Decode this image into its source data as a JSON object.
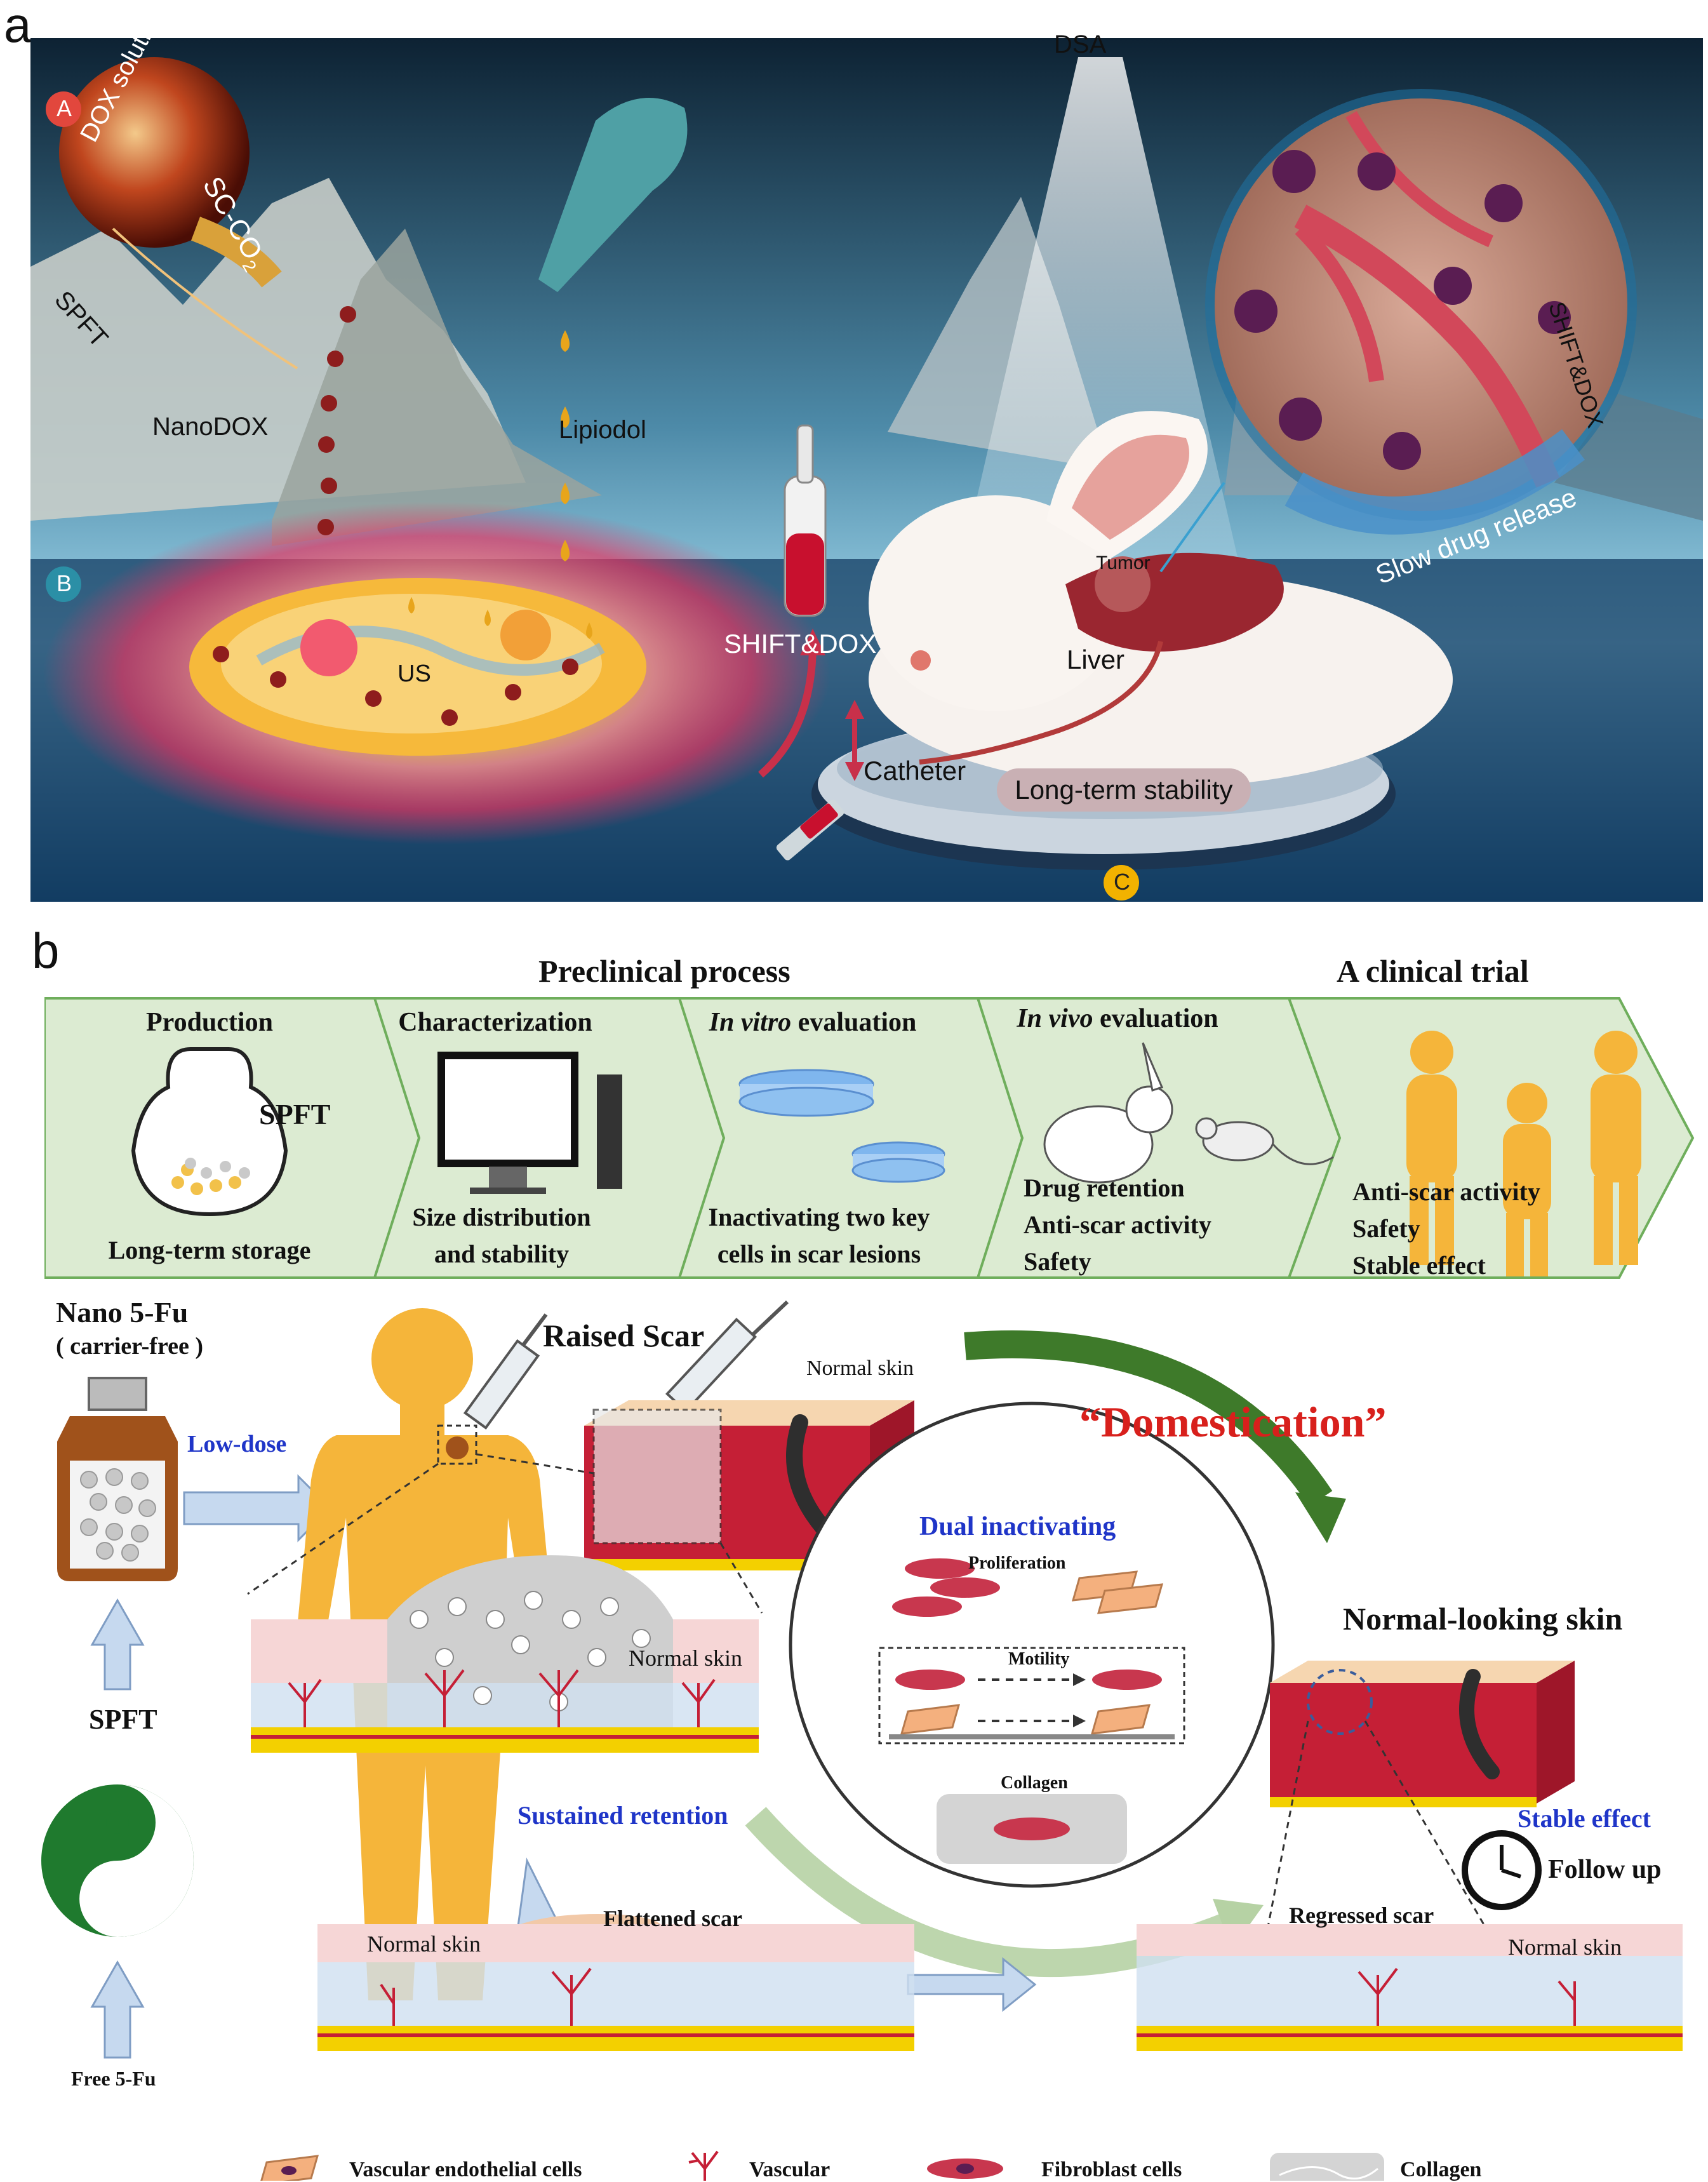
{
  "panel_a": {
    "letter": "a",
    "markers": {
      "A": "A",
      "B": "B",
      "C": "C"
    },
    "labels": {
      "dox_solution": "DOX solution",
      "sc_co2": "SC-CO",
      "sc_co2_sub": "2",
      "spft": "SPFT",
      "nanodox": "NanoDOX",
      "lipiodol": "Lipiodol",
      "dsa": "DSA",
      "us": "US",
      "shift_dox": "SHIFT&DOX",
      "tumor": "Tumor",
      "liver": "Liver",
      "catheter": "Catheter",
      "long_term_stability": "Long-term stability",
      "slow_drug_release": "Slow drug release",
      "shift_dox_vessel": "SHIFT&DOX"
    },
    "colors": {
      "marker_a": "#e2473d",
      "marker_b": "#2b8fa6",
      "marker_c": "#f2b200",
      "sky": "#7fc6df",
      "water": "#0e3d66"
    }
  },
  "panel_b": {
    "letter": "b",
    "headers": {
      "preclinical": "Preclinical process",
      "clinical": "A clinical trial"
    },
    "stages": [
      {
        "title": "Production",
        "icon_label": "SPFT",
        "lines": [
          "Long-term storage"
        ]
      },
      {
        "title": "Characterization",
        "lines": [
          "Size distribution",
          "and stability"
        ]
      },
      {
        "title_italic": "In vitro",
        "title_rest": " evaluation",
        "lines": [
          "Inactivating two key",
          "cells in scar lesions"
        ]
      },
      {
        "title_italic": "In vivo",
        "title_rest": " evaluation",
        "lines": [
          "Drug retention",
          "Anti-scar activity",
          "Safety"
        ]
      },
      {
        "title": "",
        "lines": [
          "Anti-scar activity",
          "Safety",
          "Stable effect"
        ]
      }
    ],
    "bottom": {
      "nano_5fu": "Nano 5-Fu",
      "carrier_free": "( carrier-free )",
      "low_dose": "Low-dose",
      "spft": "SPFT",
      "free_5fu": "Free 5-Fu",
      "raised_scar": "Raised Scar",
      "normal_skin_top": "Normal skin",
      "domestication": "“Domestication”",
      "dual_inactivating": "Dual inactivating",
      "proliferation": "Proliferation",
      "motility": "Motility",
      "collagen_step": "Collagen",
      "normal_looking_skin": "Normal-looking skin",
      "normal_skin_mid": "Normal skin",
      "sustained_retention": "Sustained retention",
      "stable_effect": "Stable effect",
      "follow_up": "Follow up",
      "normal_skin_flat": "Normal skin",
      "flattened_scar": "Flattened scar",
      "regressed_scar": "Regressed scar",
      "normal_skin_right": "Normal skin"
    },
    "legend": [
      {
        "icon": "endothelial-cell-icon",
        "label": "Vascular endothelial cells"
      },
      {
        "icon": "vascular-icon",
        "label": "Vascular"
      },
      {
        "icon": "fibroblast-cell-icon",
        "label": "Fibroblast cells"
      },
      {
        "icon": "collagen-icon",
        "label": "Collagen"
      }
    ],
    "colors": {
      "accent_red": "#d8201c",
      "accent_blue": "#1f35c8",
      "human": "#f5b53a",
      "arrow_green": "#3e7a2a",
      "band": "#dcebd2"
    }
  }
}
